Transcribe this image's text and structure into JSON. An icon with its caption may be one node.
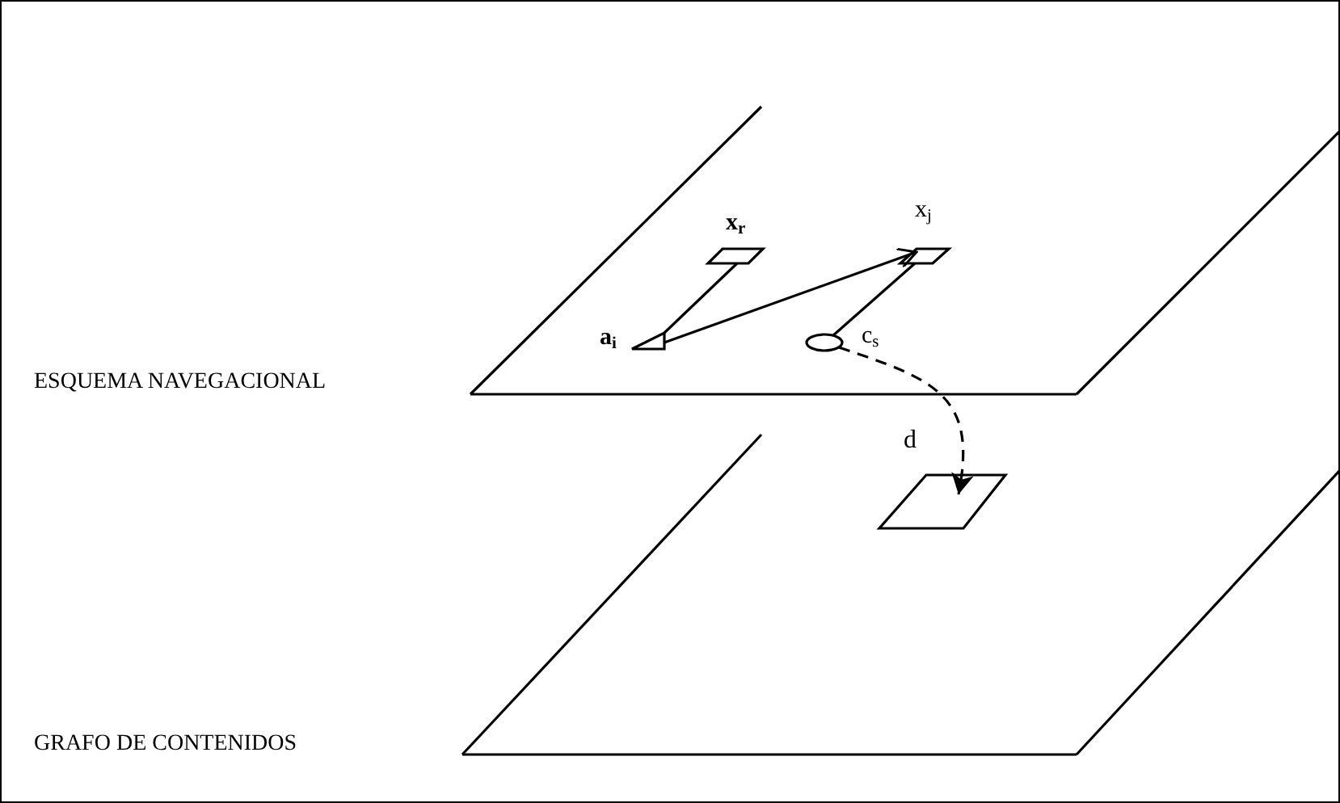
{
  "diagram": {
    "nodes": [
      {
        "text": [
          "ESQUEMA NAVEGACIONAL"
        ]
      },
      {
        "text": [
          "a$_{i}$"
        ],
        "in": 0
      },
      {
        "text": [
          "x$_{r}$"
        ],
        "in": 0
      },
      {
        "text": [
          "x$_{j}$"
        ],
        "in": 0
      },
      {
        "text": [
          "c$_{s}$"
        ],
        "in": 0
      },
      {
        "text": [
          "GRAFO DE CONTENIDOS"
        ]
      },
      {
        "text": [],
        "shape": "box",
        "in": 5
      }
    ],
    "edges": [
      {
        "from": 1,
        "to": 2,
        "arrow": "none"
      },
      {
        "from": 1,
        "to": 3,
        "arrow": "to"
      },
      {
        "from": 4,
        "to": 3,
        "arrow": "none"
      },
      {
        "from": 4,
        "to": 6,
        "arrow": "to",
        "style": "dashed",
        "label": "d"
      }
    ]
  }
}
